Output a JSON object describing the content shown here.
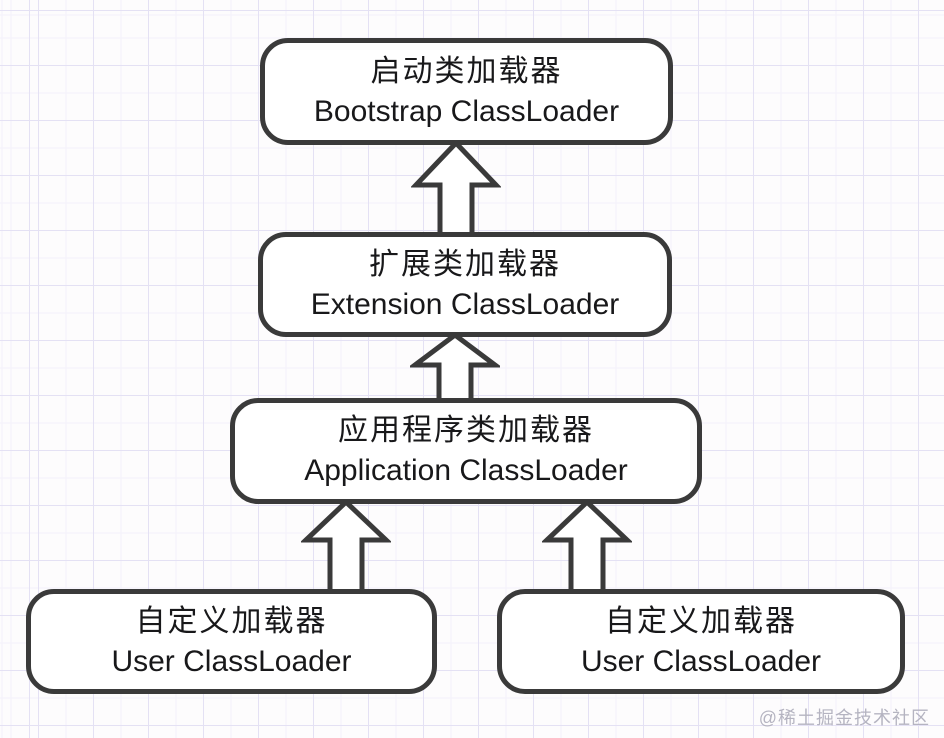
{
  "diagram": {
    "topic": "Java ClassLoader hierarchy",
    "nodes": [
      {
        "id": "bootstrap",
        "zh": "启动类加载器",
        "en": "Bootstrap ClassLoader"
      },
      {
        "id": "extension",
        "zh": "扩展类加载器",
        "en": "Extension ClassLoader"
      },
      {
        "id": "application",
        "zh": "应用程序类加载器",
        "en": "Application ClassLoader"
      },
      {
        "id": "user-left",
        "zh": "自定义加载器",
        "en": "User ClassLoader"
      },
      {
        "id": "user-right",
        "zh": "自定义加载器",
        "en": "User ClassLoader"
      }
    ],
    "edges": [
      {
        "from": "extension",
        "to": "bootstrap",
        "direction": "up"
      },
      {
        "from": "application",
        "to": "extension",
        "direction": "up"
      },
      {
        "from": "user-left",
        "to": "application",
        "direction": "up"
      },
      {
        "from": "user-right",
        "to": "application",
        "direction": "up"
      }
    ],
    "colors": {
      "background": "#fdfcfd",
      "grid_major": "#e4e1f4",
      "grid_minor": "#f3f1fa",
      "node_border": "#3a3a3a",
      "node_fill": "#ffffff",
      "text": "#18181a",
      "watermark": "#b5b4c1"
    }
  },
  "watermark": {
    "text": "@稀土掘金技术社区"
  }
}
